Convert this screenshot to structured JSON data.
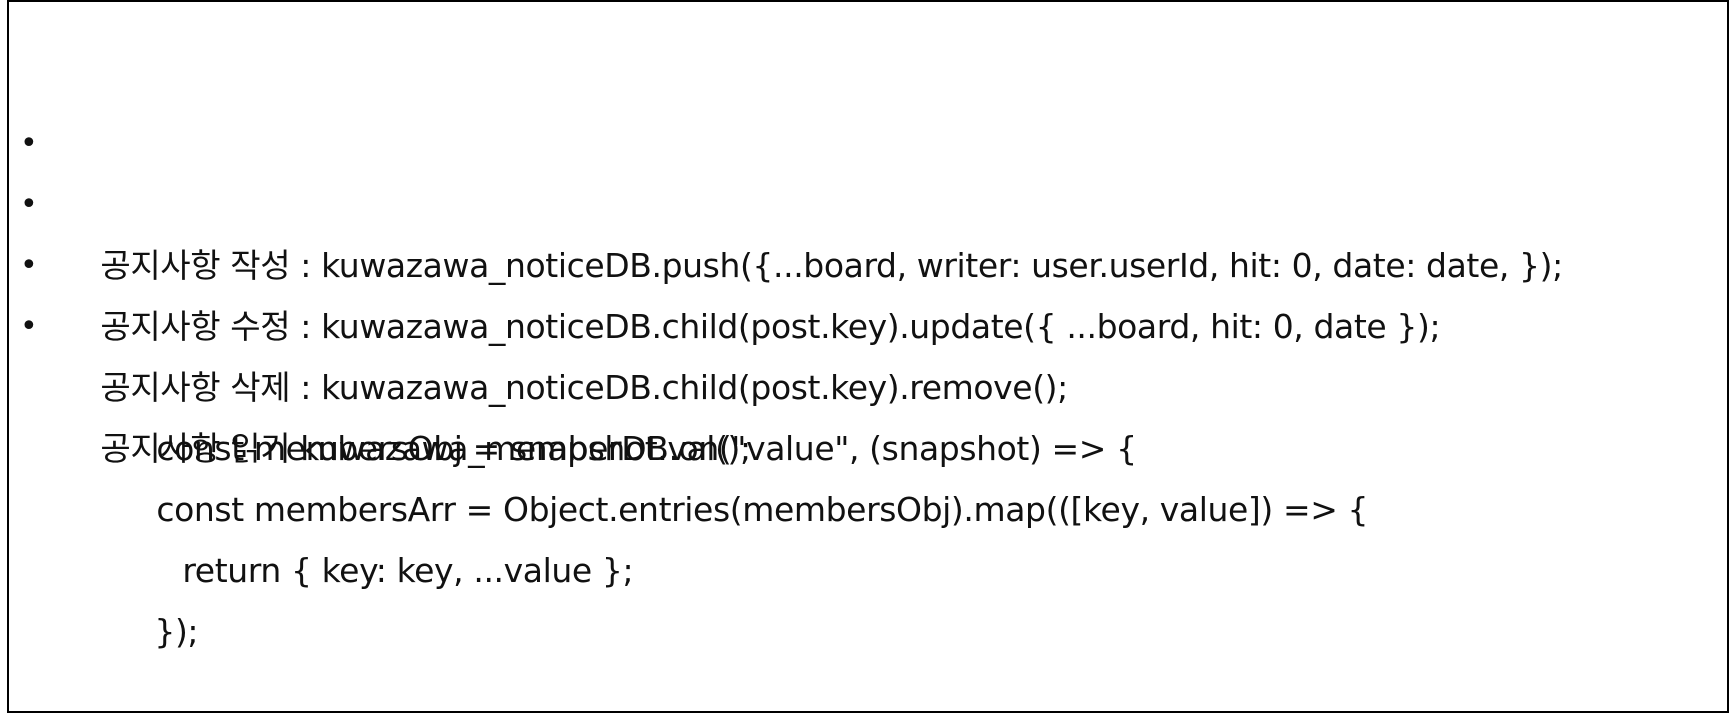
{
  "bullet_symbol": "•",
  "items": [
    {
      "text": "공지사항 작성 : kuwazawa_noticeDB.push({...board, writer: user.userId, hit: 0, date: date, });"
    },
    {
      "text": "공지사항 수정 : kuwazawa_noticeDB.child(post.key).update({ ...board, hit: 0, date });"
    },
    {
      "text": "공지사항 삭제 : kuwazawa_noticeDB.child(post.key).remove();"
    },
    {
      "text": "공지사항 읽기 kuwazawa_memberDB.on(\"value\", (snapshot) => {"
    }
  ],
  "code_lines": [
    "const membersObj = snapshot.val();",
    "const membersArr = Object.entries(membersObj).map(([key, value]) => {",
    "return { key: key, ...value };",
    "});"
  ]
}
